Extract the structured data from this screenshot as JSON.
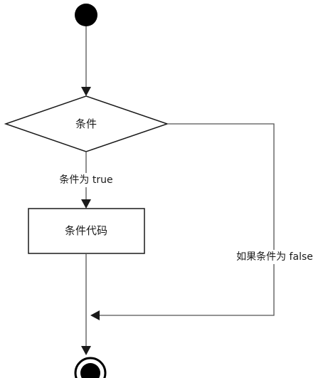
{
  "nodes": {
    "decision": {
      "label": "条件"
    },
    "action": {
      "label": "条件代码"
    }
  },
  "edges": {
    "true_branch": {
      "label": "条件为 true"
    },
    "false_branch": {
      "label": "如果条件为 false"
    }
  },
  "colors": {
    "stroke": "#1a1a1a",
    "line": "#555555",
    "fill": "#ffffff",
    "marker": "#000000"
  }
}
